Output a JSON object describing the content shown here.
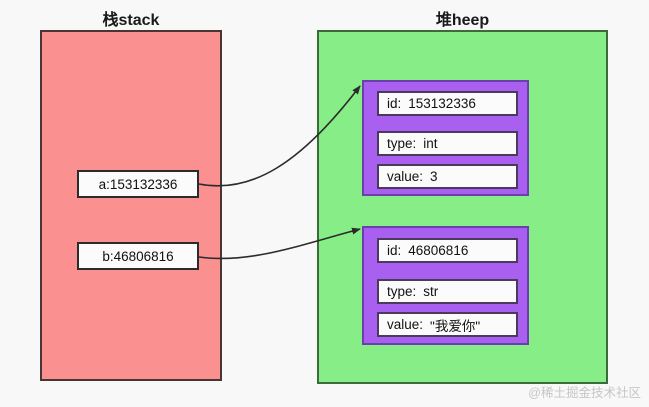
{
  "diagram": {
    "regions": {
      "stack": {
        "title": "栈stack",
        "color": "#fa9090",
        "border_color": "#4a3535"
      },
      "heap": {
        "title": "堆heep",
        "color": "#87ee87",
        "border_color": "#3b6b3b"
      }
    },
    "stack_variables": [
      {
        "label": "a:153132336"
      },
      {
        "label": "b:46806816"
      }
    ],
    "heap_objects": [
      {
        "color": "#a95ff0",
        "fields": [
          {
            "key": "id:",
            "value": "153132336"
          },
          {
            "key": "type:",
            "value": "int"
          },
          {
            "key": "value:",
            "value": "3"
          }
        ]
      },
      {
        "color": "#a95ff0",
        "fields": [
          {
            "key": "id:",
            "value": "46806816"
          },
          {
            "key": "type:",
            "value": "str"
          },
          {
            "key": "value:",
            "value": "\"我爱你\""
          }
        ]
      }
    ],
    "arrows": [
      {
        "from": "a:153132336",
        "to": "id: 153132336"
      },
      {
        "from": "b:46806816",
        "to": "id: 46806816"
      }
    ],
    "watermark": "@稀土掘金技术社区"
  }
}
